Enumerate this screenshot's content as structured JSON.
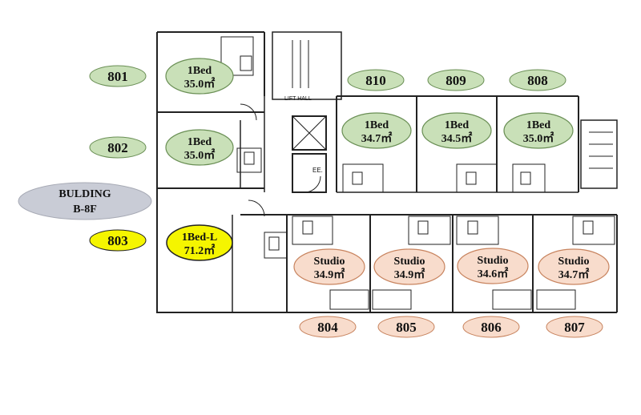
{
  "building": {
    "line1": "BULDING",
    "line2": "B-8F"
  },
  "labels": {
    "lift_hall": "LIFT HALL",
    "elevator": "EE."
  },
  "units": [
    {
      "no": "801",
      "type": "1Bed",
      "area": "35.0㎡",
      "tag_color": "#c9e0b8",
      "bubble_color": "#c9e0b8"
    },
    {
      "no": "802",
      "type": "1Bed",
      "area": "35.0㎡",
      "tag_color": "#c9e0b8",
      "bubble_color": "#c9e0b8"
    },
    {
      "no": "803",
      "type": "1Bed-L",
      "area": "71.2㎡",
      "tag_color": "#f5f500",
      "bubble_color": "#f5f500"
    },
    {
      "no": "810",
      "type": "1Bed",
      "area": "34.7㎡",
      "tag_color": "#c9e0b8",
      "bubble_color": "#c9e0b8"
    },
    {
      "no": "809",
      "type": "1Bed",
      "area": "34.5㎡",
      "tag_color": "#c9e0b8",
      "bubble_color": "#c9e0b8"
    },
    {
      "no": "808",
      "type": "1Bed",
      "area": "35.0㎡",
      "tag_color": "#c9e0b8",
      "bubble_color": "#c9e0b8"
    },
    {
      "no": "804",
      "type": "Studio",
      "area": "34.9㎡",
      "tag_color": "#f8dccc",
      "bubble_color": "#f8dccc"
    },
    {
      "no": "805",
      "type": "Studio",
      "area": "34.9㎡",
      "tag_color": "#f8dccc",
      "bubble_color": "#f8dccc"
    },
    {
      "no": "806",
      "type": "Studio",
      "area": "34.6㎡",
      "tag_color": "#f8dccc",
      "bubble_color": "#f8dccc"
    },
    {
      "no": "807",
      "type": "Studio",
      "area": "34.7㎡",
      "tag_color": "#f8dccc",
      "bubble_color": "#f8dccc"
    }
  ],
  "colors": {
    "green_stroke": "#6a8f55",
    "pink_stroke": "#c8845f",
    "yellow_stroke": "#222222",
    "wall": "#222222",
    "building_badge": "#c9ccd6"
  }
}
